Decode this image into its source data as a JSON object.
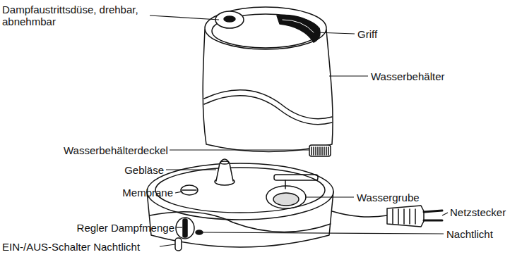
{
  "diagram": {
    "labels": [
      "Dampfaustrittsdüse, drehbar, abnehmbar",
      "Griff",
      "Wasserbehälter",
      "Wasserbehälterdeckel",
      "Gebläse",
      "Membrane",
      "Wassergrube",
      "Netzstecker",
      "Regler Dampfmenge",
      "Nachtlicht",
      "EIN-/AUS-Schalter Nachtlicht"
    ]
  }
}
